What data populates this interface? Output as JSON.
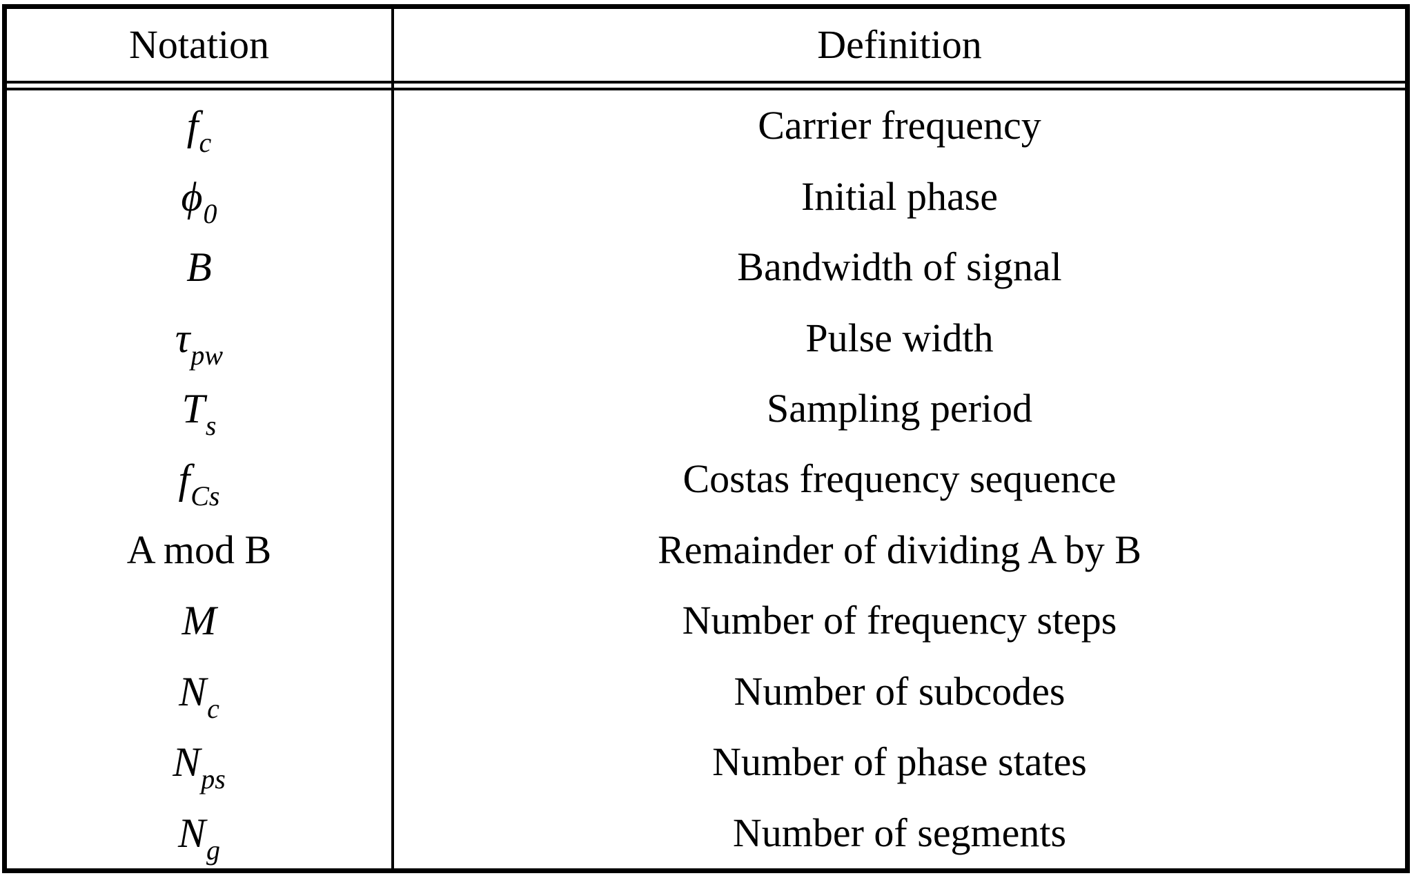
{
  "table": {
    "headers": {
      "notation": "Notation",
      "definition": "Definition"
    },
    "rows": [
      {
        "symbol": "f",
        "subscript": "c",
        "italic": true,
        "definition": "Carrier frequency"
      },
      {
        "symbol": "ϕ",
        "subscript": "0",
        "italic": true,
        "definition": "Initial phase"
      },
      {
        "symbol": "B",
        "subscript": "",
        "italic": true,
        "definition": "Bandwidth of signal"
      },
      {
        "symbol": "τ",
        "subscript": "pw",
        "italic": true,
        "definition": "Pulse width"
      },
      {
        "symbol": "T",
        "subscript": "s",
        "italic": true,
        "definition": "Sampling period"
      },
      {
        "symbol": "f",
        "subscript": "Cs",
        "italic": true,
        "definition": "Costas frequency sequence"
      },
      {
        "symbol": "A mod B",
        "subscript": "",
        "italic": false,
        "definition": "Remainder of dividing A by B"
      },
      {
        "symbol": "M",
        "subscript": "",
        "italic": true,
        "definition": "Number of frequency steps"
      },
      {
        "symbol": "N",
        "subscript": "c",
        "italic": true,
        "definition": "Number of subcodes"
      },
      {
        "symbol": "N",
        "subscript": "ps",
        "italic": true,
        "definition": "Number of phase states"
      },
      {
        "symbol": "N",
        "subscript": "g",
        "italic": true,
        "definition": "Number of segments"
      }
    ]
  }
}
